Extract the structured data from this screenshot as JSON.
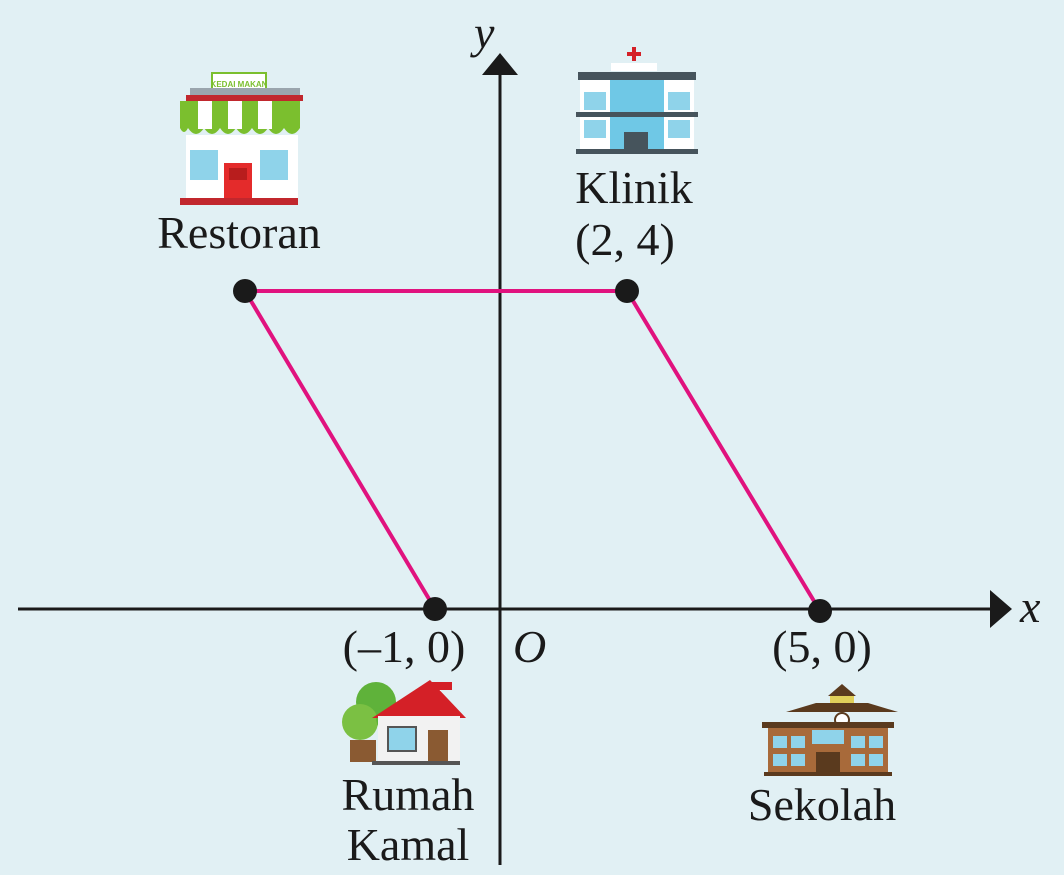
{
  "axes": {
    "x_label": "x",
    "y_label": "y",
    "origin_label": "O"
  },
  "points": {
    "rumah": {
      "x": -1,
      "y": 0,
      "coord_label": "(–1, 0)",
      "name_line1": "Rumah",
      "name_line2": "Kamal",
      "icon": "house-icon"
    },
    "sekolah": {
      "x": 5,
      "y": 0,
      "coord_label": "(5, 0)",
      "name": "Sekolah",
      "icon": "school-icon"
    },
    "klinik": {
      "x": 2,
      "y": 4,
      "coord_label": "(2, 4)",
      "name": "Klinik",
      "icon": "hospital-icon"
    },
    "restoran": {
      "name": "Restoran",
      "sign": "KEDAI MAKAN",
      "icon": "restaurant-icon"
    }
  },
  "colors": {
    "path": "#e0127e",
    "axis": "#1a1a1a",
    "background": "#e1f0f4"
  }
}
